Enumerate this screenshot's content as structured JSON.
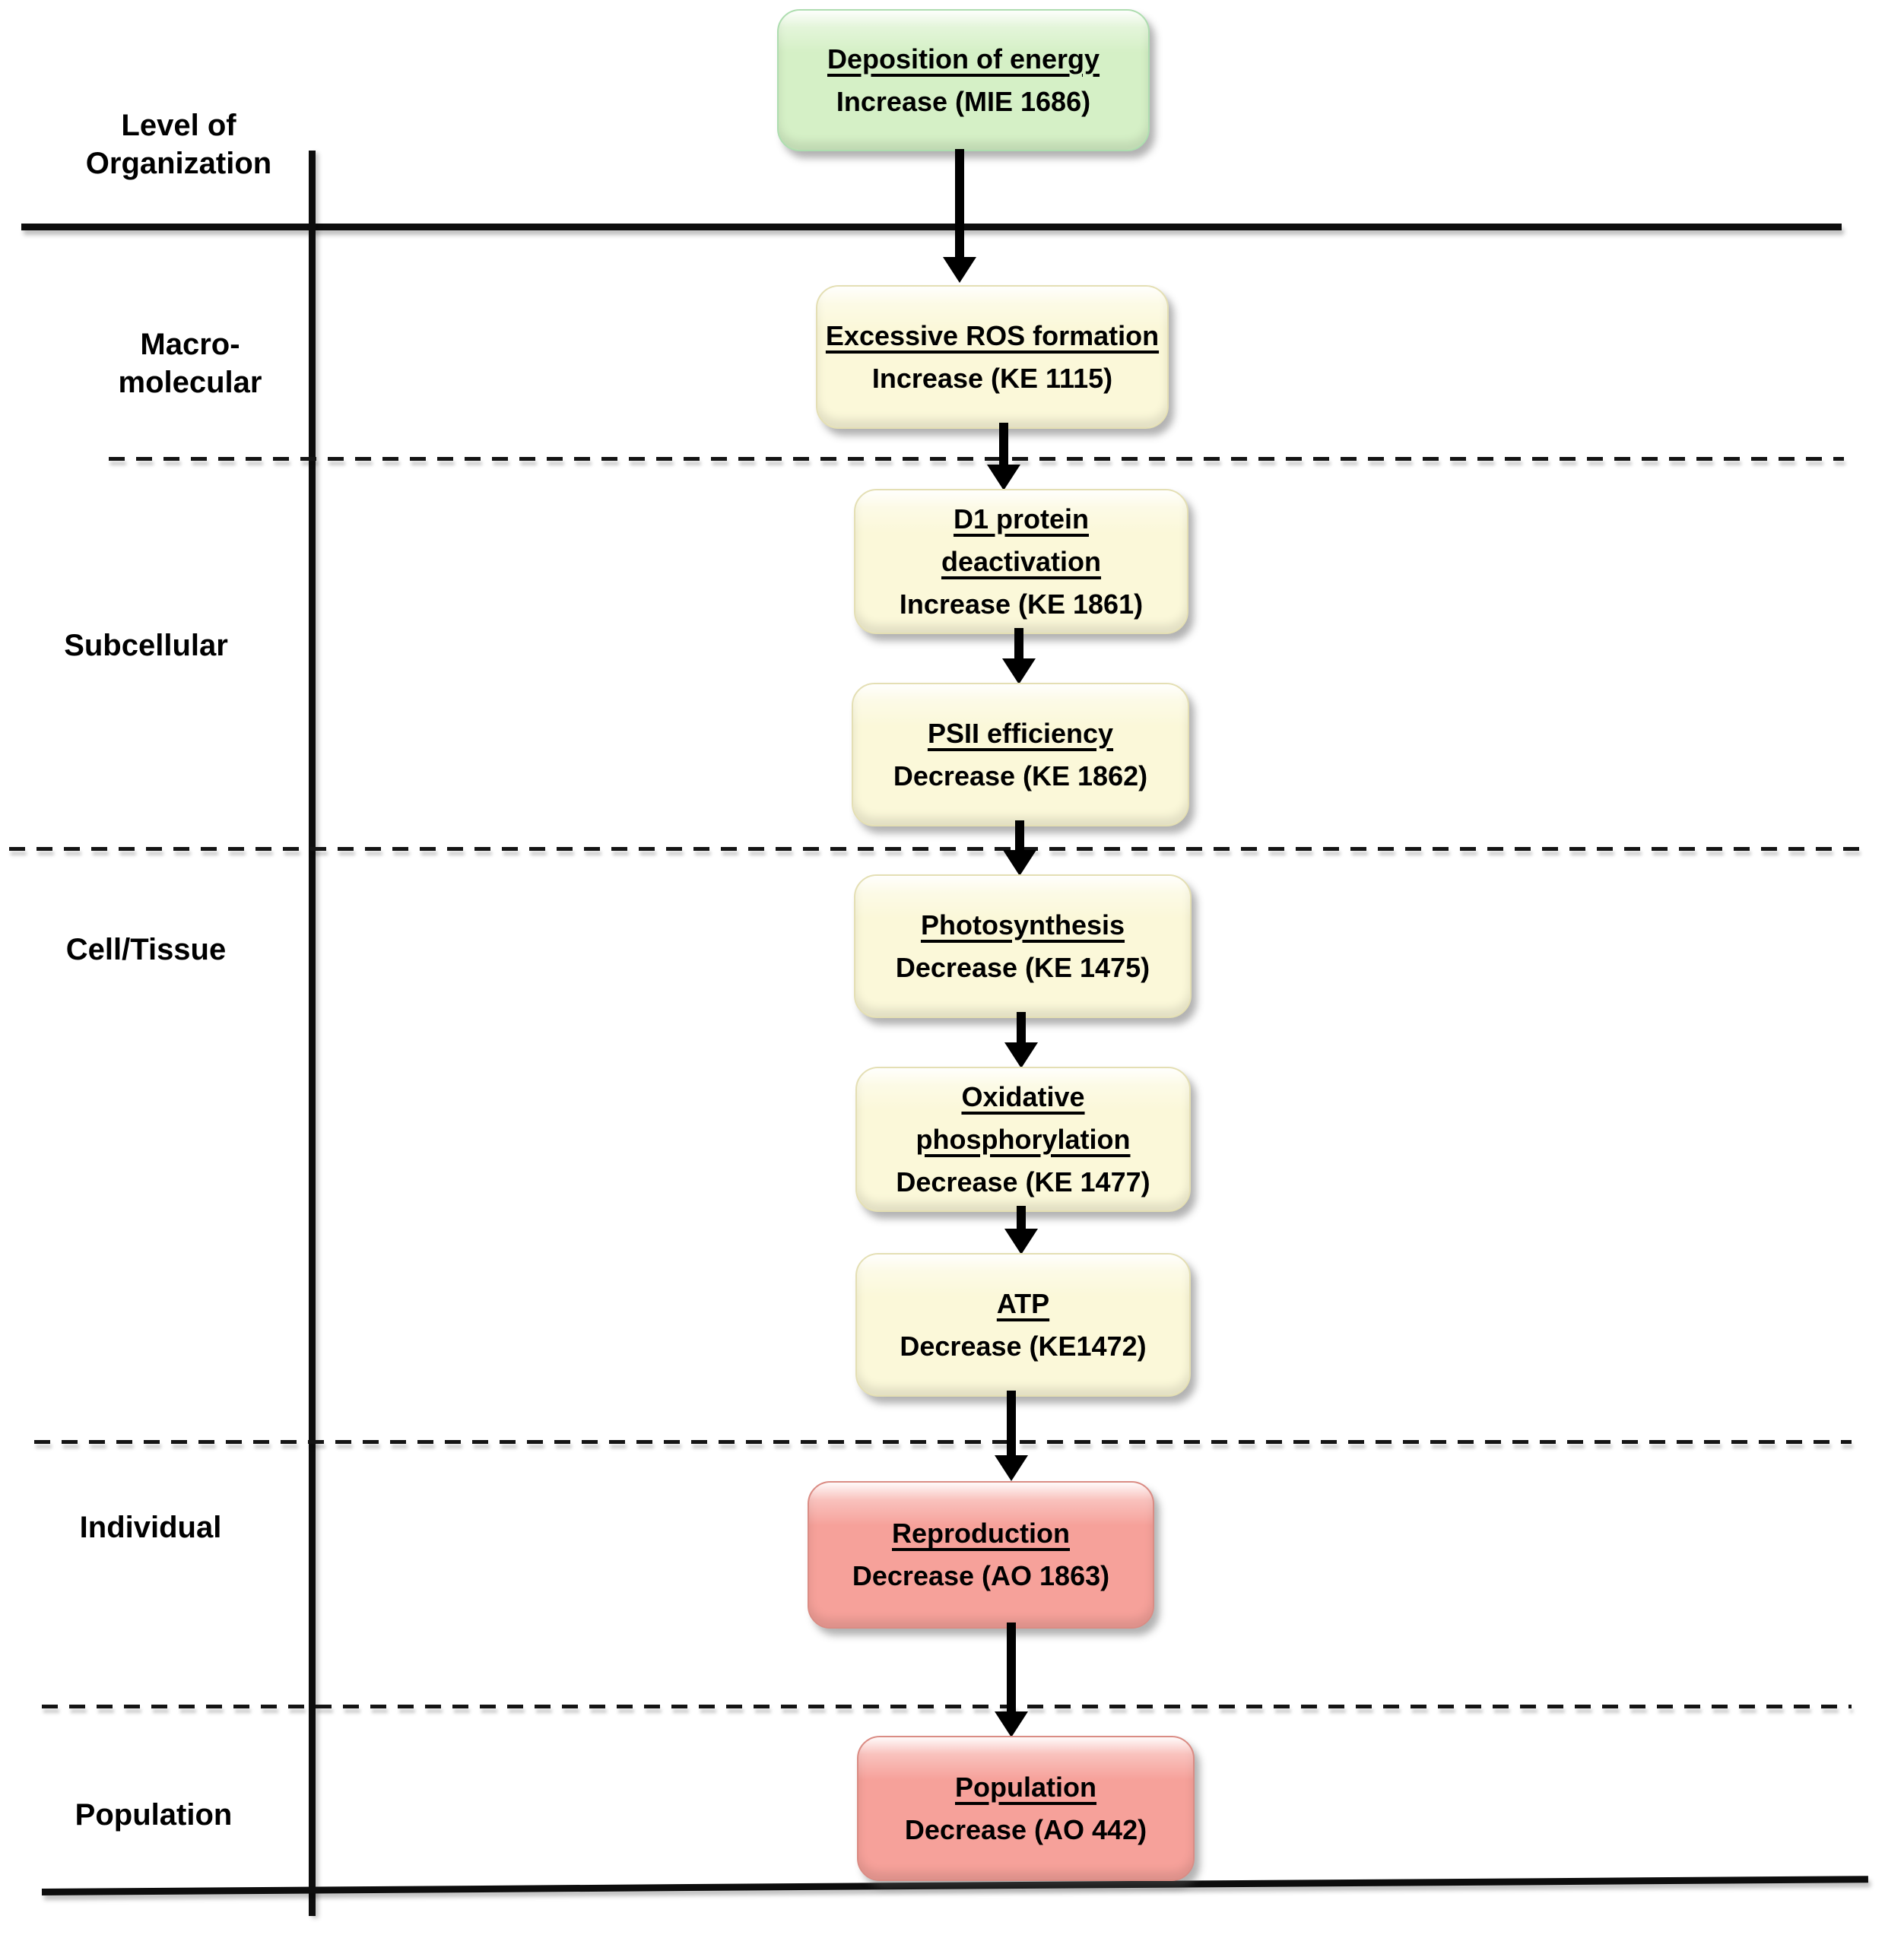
{
  "diagram": {
    "axis_title": "Level of Organization",
    "levels": [
      "Macro-molecular",
      "Subcellular",
      "Cell/Tissue",
      "Individual",
      "Population"
    ]
  },
  "nodes": [
    {
      "title": "Deposition of energy",
      "subtitle": "Increase (MIE 1686)"
    },
    {
      "title": "Excessive ROS formation",
      "subtitle": "Increase (KE 1115)"
    },
    {
      "title": "D1 protein\ndeactivation",
      "subtitle": "Increase (KE 1861)"
    },
    {
      "title": "PSII efficiency",
      "subtitle": "Decrease (KE 1862)"
    },
    {
      "title": "Photosynthesis",
      "subtitle": "Decrease (KE 1475)"
    },
    {
      "title": "Oxidative\nphosphorylation",
      "subtitle": "Decrease (KE 1477)"
    },
    {
      "title": "ATP",
      "subtitle": "Decrease (KE1472)"
    },
    {
      "title": "Reproduction",
      "subtitle": "Decrease (AO 1863)"
    },
    {
      "title": "Population",
      "subtitle": "Decrease (AO 442)"
    }
  ],
  "colors": {
    "mie_green": "#d5f0c6",
    "ke_yellow": "#fbf8d9",
    "ao_red": "#f6a19a"
  }
}
